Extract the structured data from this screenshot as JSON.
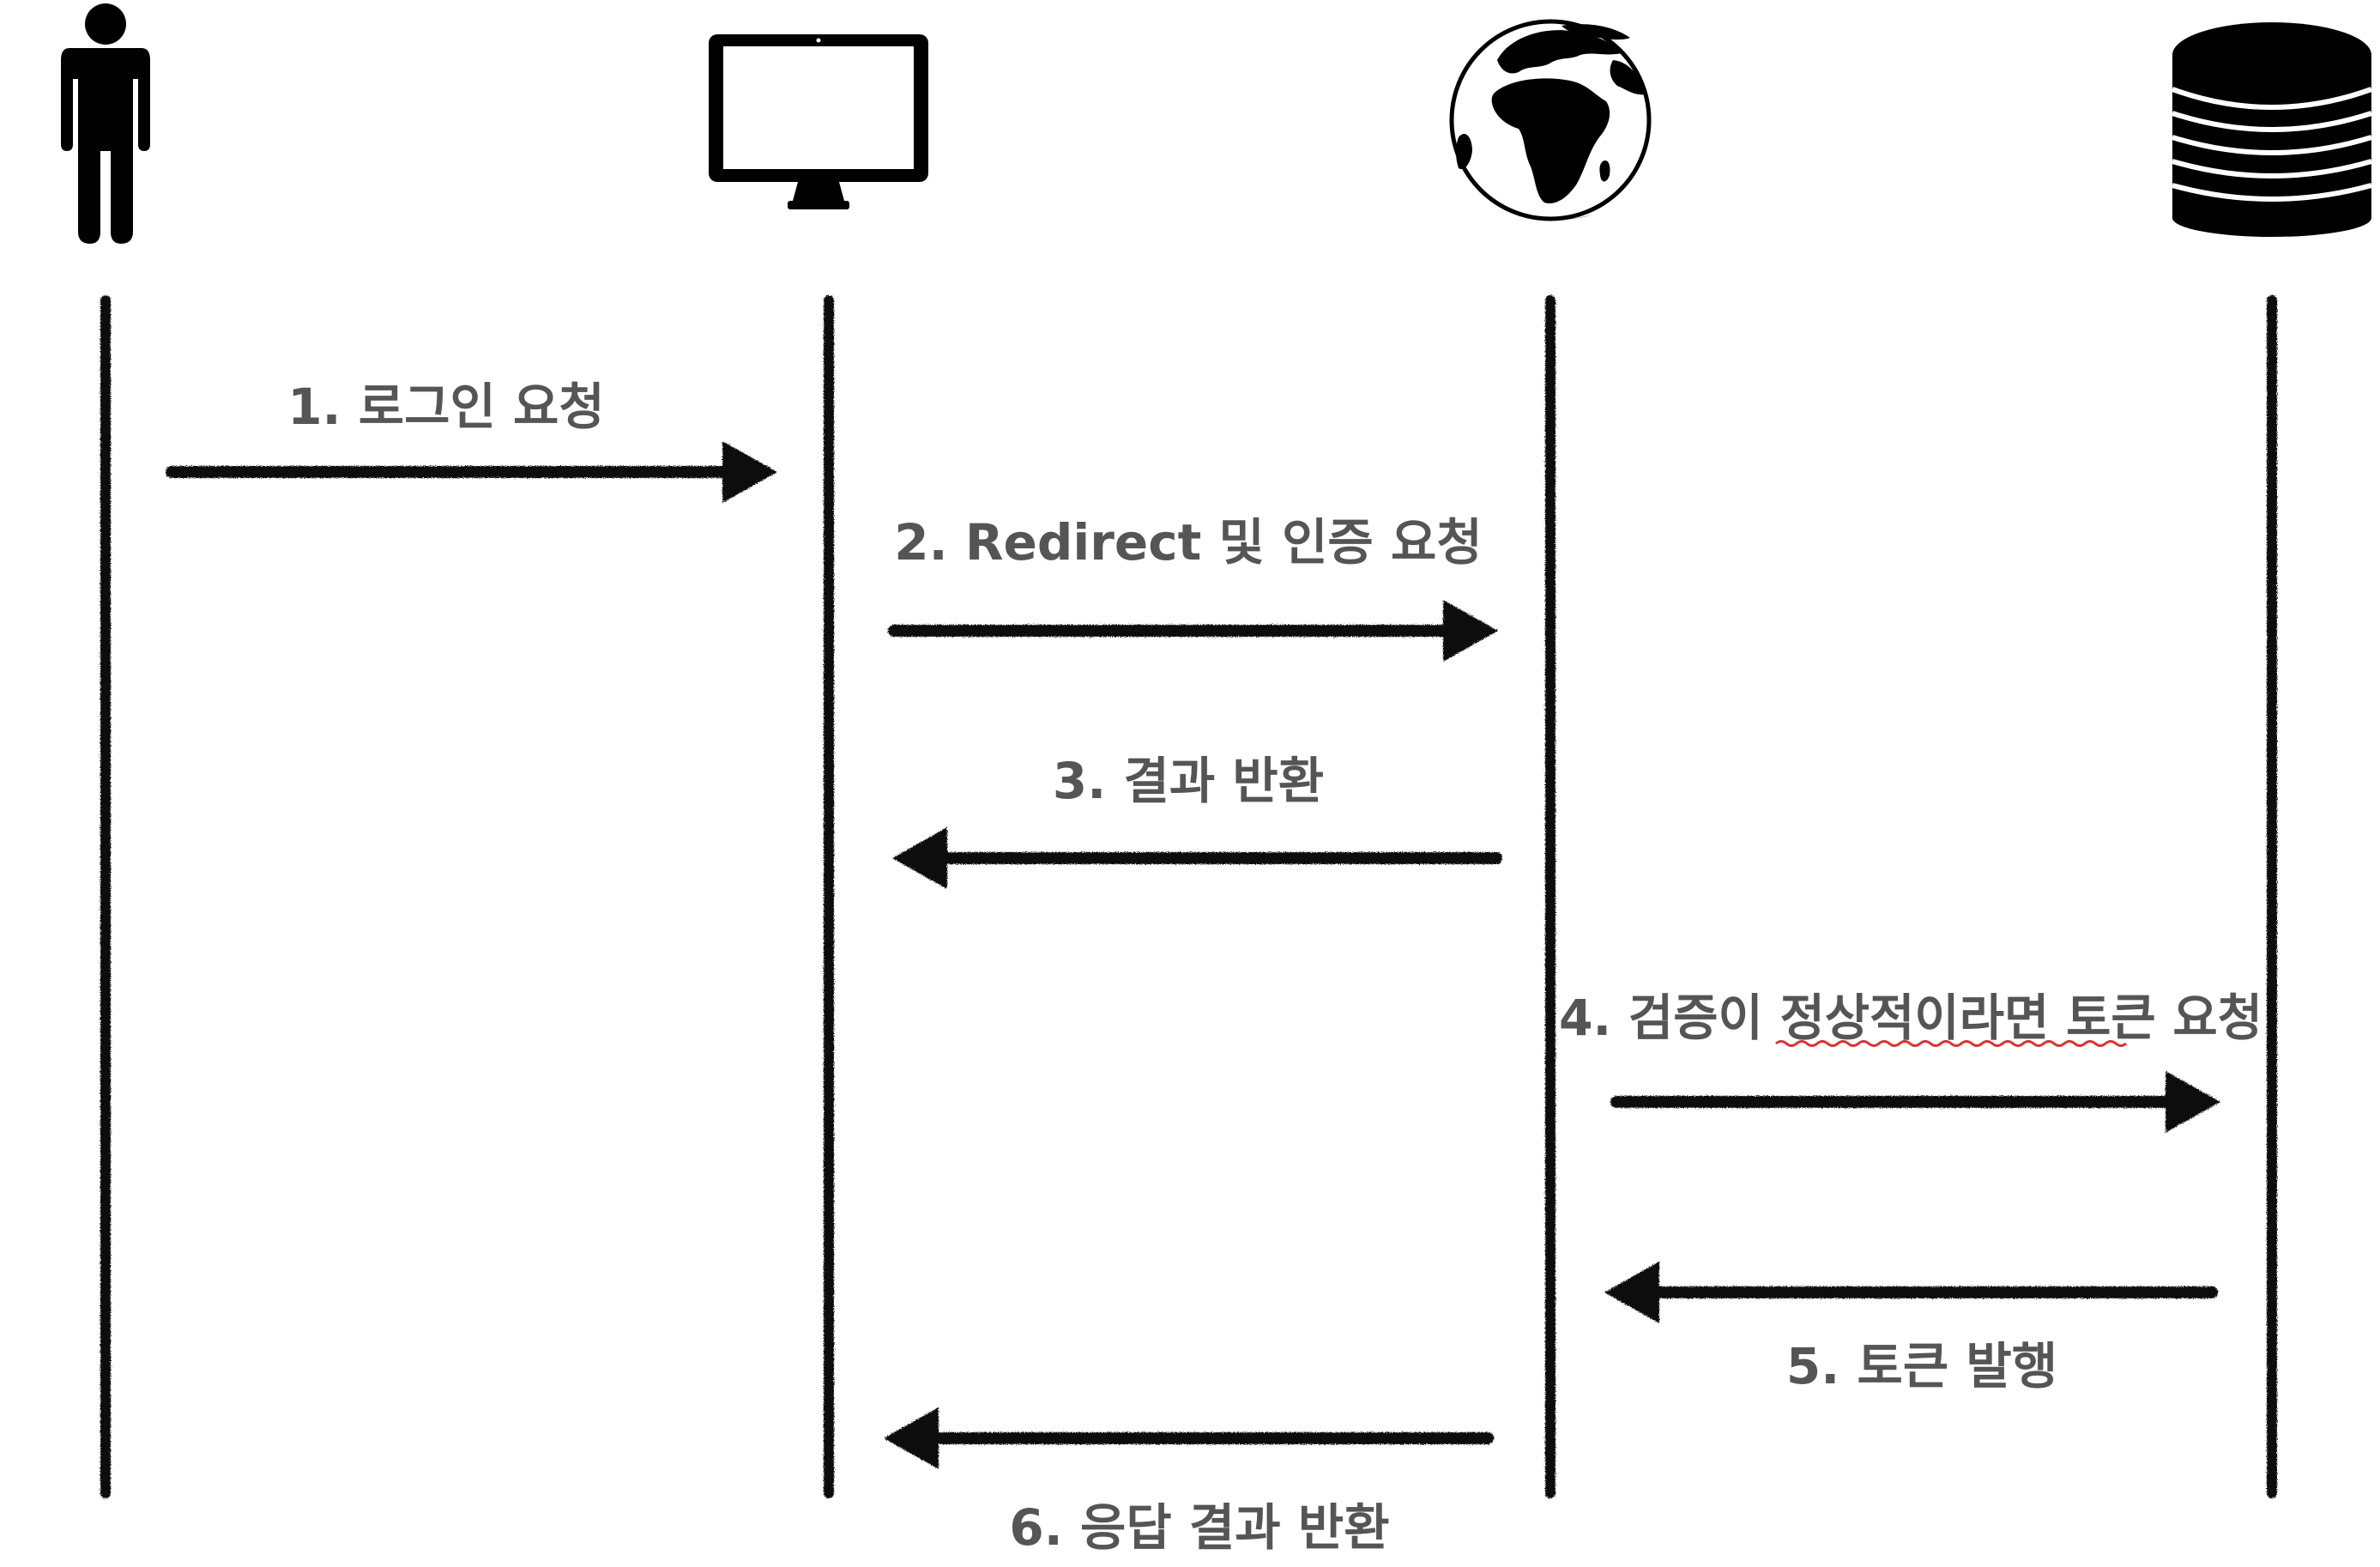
{
  "diagram": {
    "actors": [
      {
        "id": "user",
        "icon": "person-icon"
      },
      {
        "id": "client",
        "icon": "monitor-icon"
      },
      {
        "id": "auth-server",
        "icon": "globe-icon"
      },
      {
        "id": "database",
        "icon": "database-icon"
      }
    ],
    "messages": [
      {
        "step": 1,
        "from": "user",
        "to": "client",
        "label": "1. 로그인 요청"
      },
      {
        "step": 2,
        "from": "client",
        "to": "auth-server",
        "label": "2. Redirect 및 인증 요청"
      },
      {
        "step": 3,
        "from": "auth-server",
        "to": "client",
        "label": "3. 결과 반환"
      },
      {
        "step": 4,
        "from": "auth-server",
        "to": "database",
        "label": "4. 검증이 정상적이라면 토큰 요청"
      },
      {
        "step": 5,
        "from": "database",
        "to": "auth-server",
        "label": "5. 토큰 발행"
      },
      {
        "step": 6,
        "from": "auth-server",
        "to": "client",
        "label": "6. 응답 결과 반환"
      }
    ],
    "colors": {
      "line": "#111111",
      "label": "#555555",
      "background": "#ffffff",
      "spellcheck_underline": "#e03030"
    }
  }
}
